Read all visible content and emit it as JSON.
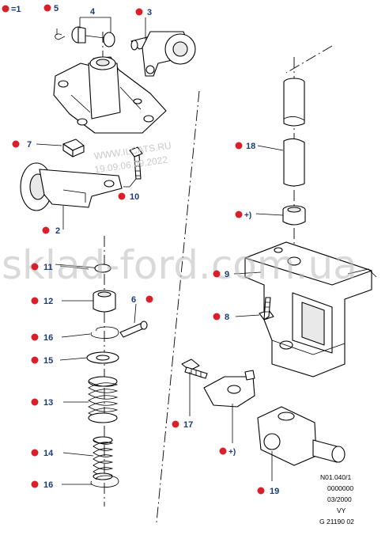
{
  "legend": {
    "label": "=1",
    "dot_color": "#d8202a"
  },
  "callouts": [
    {
      "id": "c5",
      "label": "5"
    },
    {
      "id": "c4",
      "label": "4"
    },
    {
      "id": "c3",
      "label": "3"
    },
    {
      "id": "c7",
      "label": "7"
    },
    {
      "id": "c10",
      "label": "10"
    },
    {
      "id": "c2",
      "label": "2"
    },
    {
      "id": "c11",
      "label": "11"
    },
    {
      "id": "c12",
      "label": "12"
    },
    {
      "id": "c6",
      "label": "6"
    },
    {
      "id": "c16a",
      "label": "16"
    },
    {
      "id": "c15",
      "label": "15"
    },
    {
      "id": "c13",
      "label": "13"
    },
    {
      "id": "c14",
      "label": "14"
    },
    {
      "id": "c16b",
      "label": "16"
    },
    {
      "id": "c18",
      "label": "18"
    },
    {
      "id": "cplus1",
      "label": "+)"
    },
    {
      "id": "c9",
      "label": "9"
    },
    {
      "id": "c8",
      "label": "8"
    },
    {
      "id": "c17",
      "label": "17"
    },
    {
      "id": "cplus2",
      "label": "+)"
    },
    {
      "id": "c19",
      "label": "19"
    }
  ],
  "watermarks": {
    "small_line1": "WWW.ILCATS.RU",
    "small_line2": "19.09.06.09.2022",
    "big": "sklad-ford.com.ua"
  },
  "reference_block": {
    "lines": [
      "N01.040/1",
      "0000000",
      "03/2000",
      "VY",
      "G 21190 02"
    ]
  },
  "colors": {
    "callout_dot": "#d8202a",
    "callout_text": "#1a3a7a",
    "line_art": "#000000"
  }
}
